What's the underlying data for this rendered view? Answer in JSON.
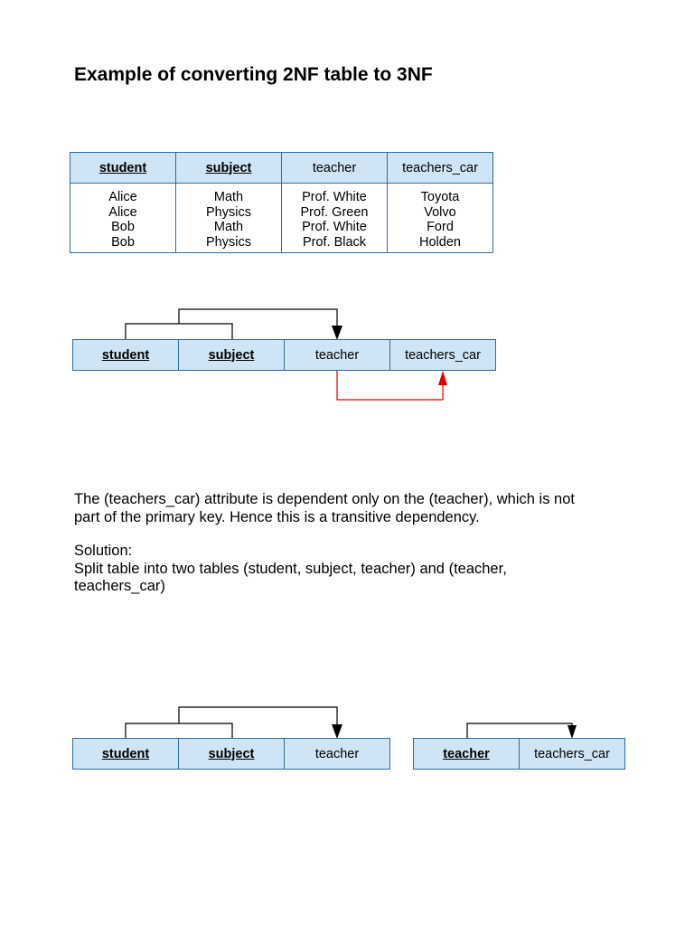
{
  "title": "Example of converting 2NF table to 3NF",
  "table": {
    "headers": [
      {
        "label": "student",
        "key": true
      },
      {
        "label": "subject",
        "key": true
      },
      {
        "label": "teacher",
        "key": false
      },
      {
        "label": "teachers_car",
        "key": false
      }
    ],
    "columns": [
      [
        "Alice",
        "Alice",
        "Bob",
        "Bob"
      ],
      [
        "Math",
        "Physics",
        "Math",
        "Physics"
      ],
      [
        "Prof. White",
        "Prof. Green",
        "Prof. White",
        "Prof. Black"
      ],
      [
        "Toyota",
        "Volvo",
        "Ford",
        "Holden"
      ]
    ]
  },
  "diagram1": {
    "cells": [
      "student",
      "subject",
      "teacher",
      "teachers_car"
    ]
  },
  "explanation": {
    "line1": "The (teachers_car) attribute is dependent only on the (teacher), which is not",
    "line2": "part of the primary key.  Hence this is a transitive dependency."
  },
  "solution": {
    "heading": "Solution:",
    "line1": "Split table into two tables (student, subject, teacher) and (teacher,",
    "line2": "teachers_car)"
  },
  "diagram2": {
    "cells": [
      "student",
      "subject",
      "teacher"
    ]
  },
  "diagram3": {
    "cells": [
      "teacher",
      "teachers_car"
    ]
  },
  "colors": {
    "cell_fill": "#cfe4f4",
    "cell_border": "#2e6ca4",
    "transitive_arrow": "#e00000"
  }
}
